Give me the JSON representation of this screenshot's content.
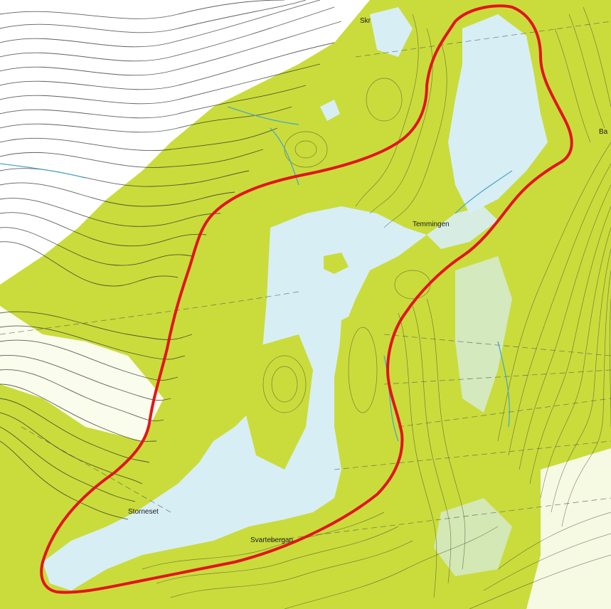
{
  "map": {
    "place_labels": [
      "Storneset",
      "Svartebergan",
      "Temmingen",
      "Skr",
      "Ba"
    ],
    "colors": {
      "forest": "#c9dc3c",
      "open_land": "#ffffff",
      "water": "#d8eef5",
      "contour": "#2a2a2a",
      "boundary": "#e4141b",
      "stream": "#4aa7c9"
    },
    "boundary_description": "Red outline enclosing lake system"
  }
}
